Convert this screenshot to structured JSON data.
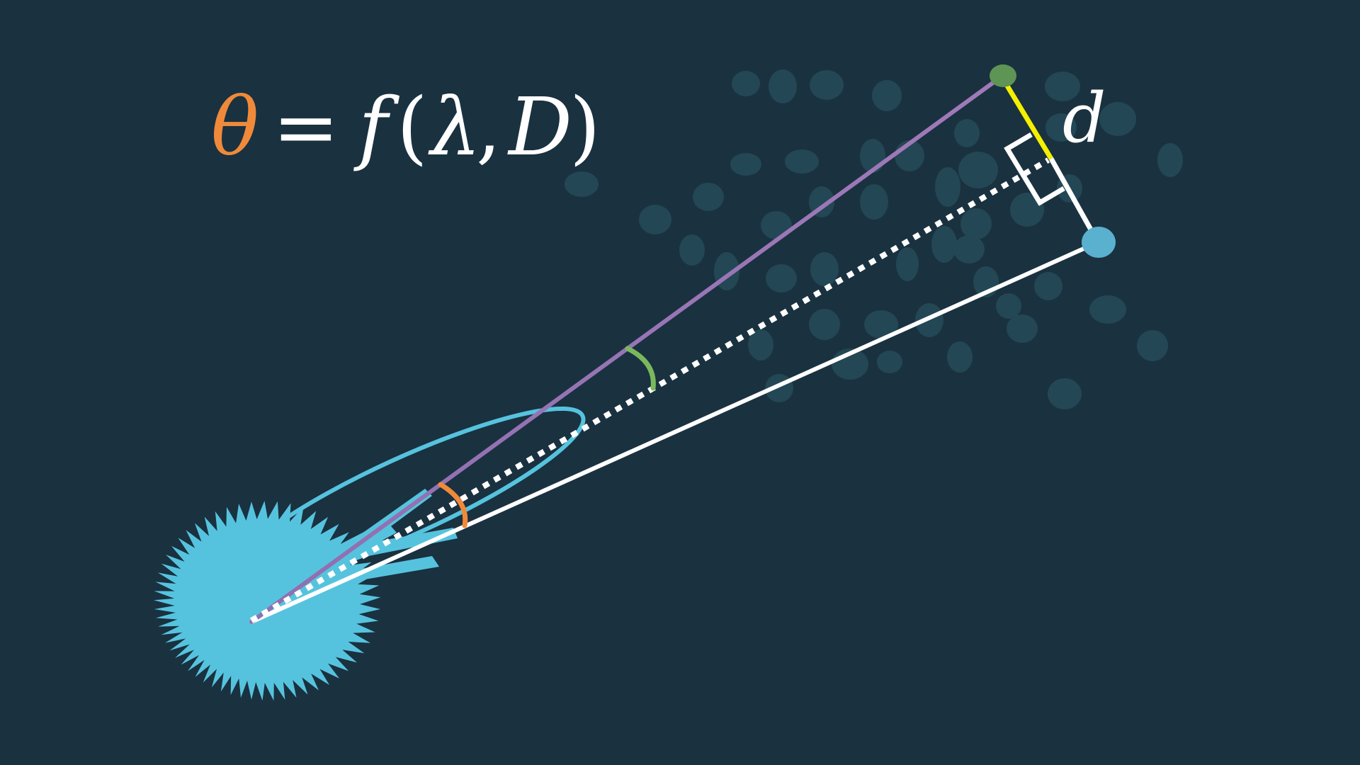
{
  "formula": {
    "symbol": "θ",
    "equals": "=",
    "func": "f",
    "open_paren": "(",
    "arg1": "λ",
    "comma": ",",
    "arg2": "D",
    "close_paren": ")"
  },
  "labels": {
    "separation": "d"
  },
  "colors": {
    "background": "#1a3140",
    "theta": "#f08a3a",
    "separation": "#f4f000",
    "beam": "#56c3de",
    "purple_line": "#9b79b5",
    "green_point": "#5e9454",
    "green_arc": "#7ab85d",
    "blue_point": "#5ab0cf",
    "white_line": "#ffffff",
    "spots": "#2b5a66"
  },
  "icons": {
    "antenna": "telescope-beam-pattern",
    "right_angle": "right-angle-marker"
  }
}
